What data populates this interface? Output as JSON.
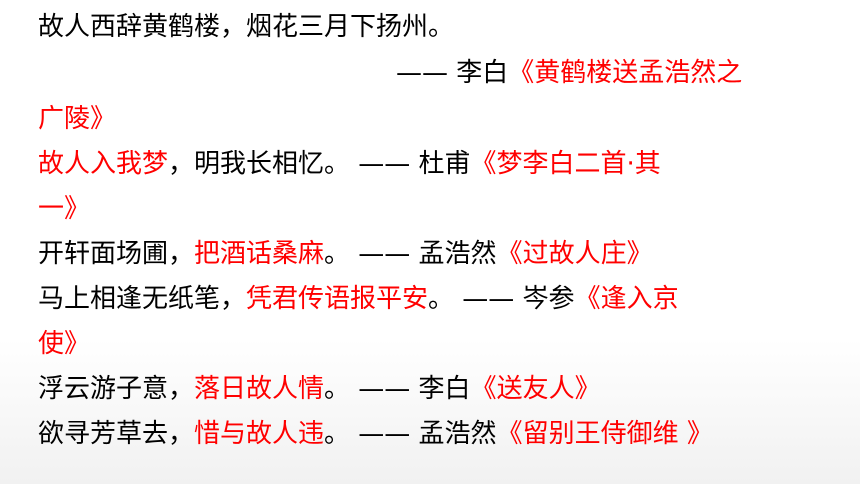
{
  "colors": {
    "text": "#000000",
    "highlight": "#ff0000"
  },
  "lines": [
    {
      "segments": [
        {
          "text": "故人西辞黄鹤楼，烟花三月下扬州。",
          "red": false
        }
      ]
    },
    {
      "segments": [
        {
          "text": "——  李白",
          "red": false
        },
        {
          "text": "《黄鹤楼送孟浩然之",
          "red": true
        }
      ]
    },
    {
      "segments": [
        {
          "text": "广陵》",
          "red": true
        }
      ]
    },
    {
      "segments": [
        {
          "text": "故人入我梦",
          "red": true
        },
        {
          "text": "，明我长相忆。 ——  杜甫",
          "red": false
        },
        {
          "text": "《梦李白二首·其",
          "red": true
        }
      ]
    },
    {
      "segments": [
        {
          "text": "一》",
          "red": true
        }
      ]
    },
    {
      "segments": [
        {
          "text": "开轩面场圃，",
          "red": false
        },
        {
          "text": "把酒话桑麻",
          "red": true
        },
        {
          "text": "。 ——  孟浩然",
          "red": false
        },
        {
          "text": "《过故人庄》",
          "red": true
        }
      ]
    },
    {
      "segments": [
        {
          "text": "马上相逢无纸笔，",
          "red": false
        },
        {
          "text": "凭君传语报平安",
          "red": true
        },
        {
          "text": "。 ——  岑参",
          "red": false
        },
        {
          "text": "《逢入京",
          "red": true
        }
      ]
    },
    {
      "segments": [
        {
          "text": "使》",
          "red": true
        }
      ]
    },
    {
      "segments": [
        {
          "text": "浮云游子意，",
          "red": false
        },
        {
          "text": "落日故人情",
          "red": true
        },
        {
          "text": "。 ——  李白",
          "red": false
        },
        {
          "text": "《送友人》",
          "red": true
        }
      ]
    },
    {
      "segments": [
        {
          "text": "欲寻芳草去，",
          "red": false
        },
        {
          "text": "惜与故人违",
          "red": true
        },
        {
          "text": "。 ——  孟浩然",
          "red": false
        },
        {
          "text": "《留别王侍御维 》",
          "red": true
        }
      ]
    }
  ]
}
